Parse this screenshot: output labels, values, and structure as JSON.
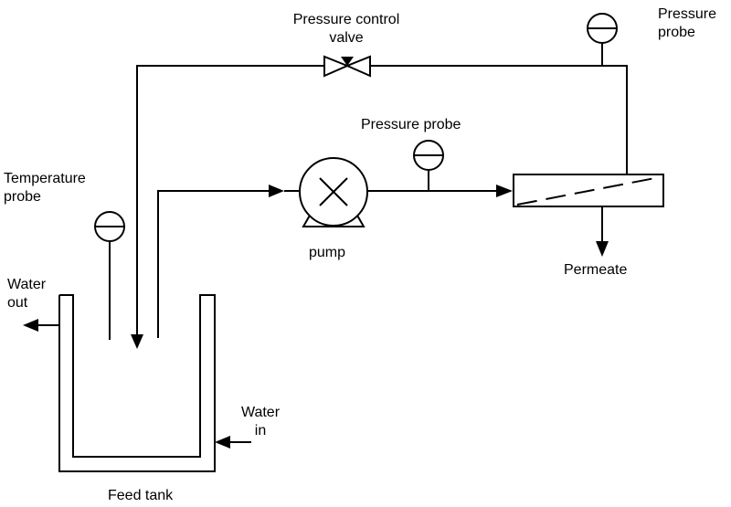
{
  "labels": {
    "pressure_control_valve_line1": "Pressure control",
    "pressure_control_valve_line2": "valve",
    "pressure_probe_top_line1": "Pressure",
    "pressure_probe_top_line2": "probe",
    "pressure_probe_mid": "Pressure probe",
    "temperature_probe_line1": "Temperature",
    "temperature_probe_line2": "probe",
    "pump": "pump",
    "permeate": "Permeate",
    "water_out_line1": "Water",
    "water_out_line2": "out",
    "water_in_line1": "Water",
    "water_in_line2": "in",
    "feed_tank": "Feed tank"
  },
  "colors": {
    "line": "#000000",
    "background": "#ffffff"
  }
}
